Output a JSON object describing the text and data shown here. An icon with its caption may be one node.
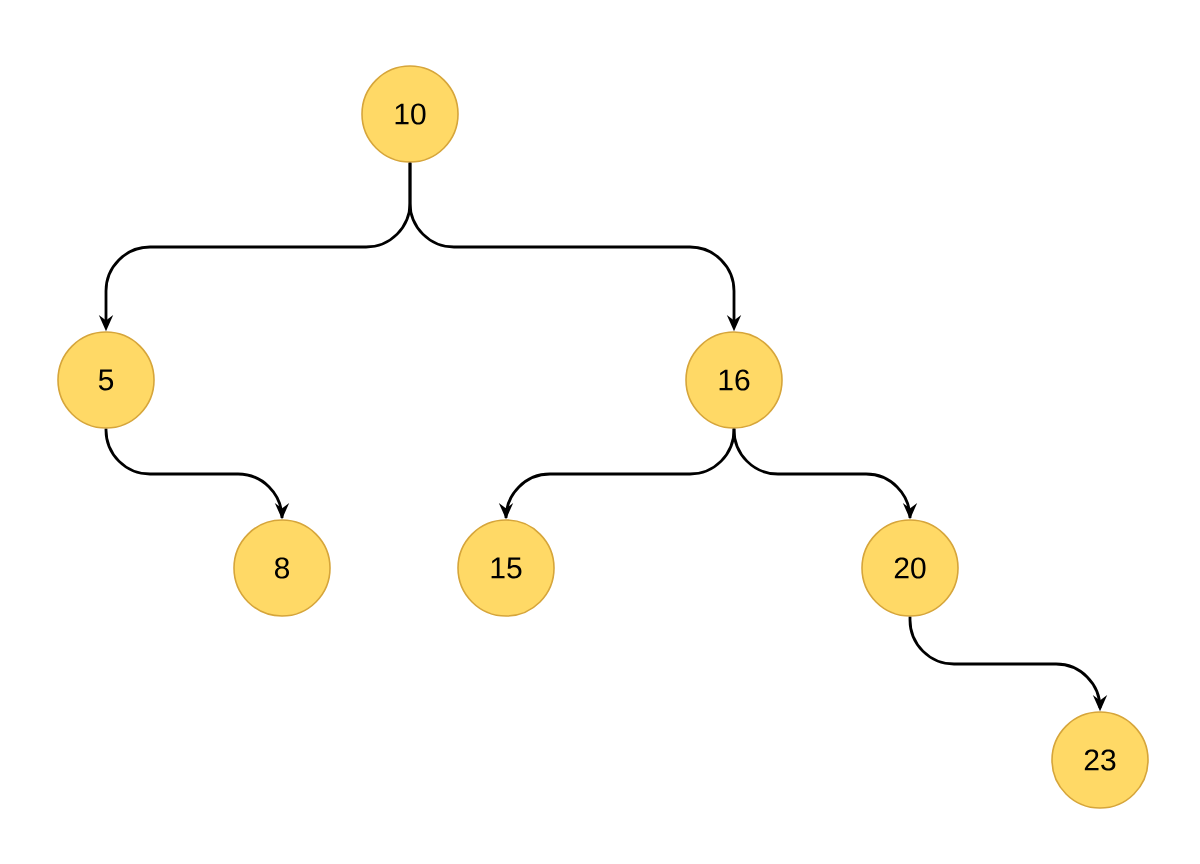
{
  "diagram": {
    "nodes": [
      {
        "text": [
          "10"
        ]
      },
      {
        "text": [
          "5"
        ]
      },
      {
        "text": [
          "16"
        ]
      },
      {
        "text": [
          "8"
        ]
      },
      {
        "text": [
          "15"
        ]
      },
      {
        "text": [
          "20"
        ]
      },
      {
        "text": [
          "23"
        ]
      }
    ],
    "edges": [
      {
        "from": 0,
        "to": 1,
        "arrow": "to"
      },
      {
        "from": 0,
        "to": 2,
        "arrow": "to"
      },
      {
        "from": 1,
        "to": 3,
        "arrow": "to"
      },
      {
        "from": 2,
        "to": 4,
        "arrow": "to"
      },
      {
        "from": 2,
        "to": 5,
        "arrow": "to"
      },
      {
        "from": 5,
        "to": 6,
        "arrow": "to"
      }
    ]
  }
}
